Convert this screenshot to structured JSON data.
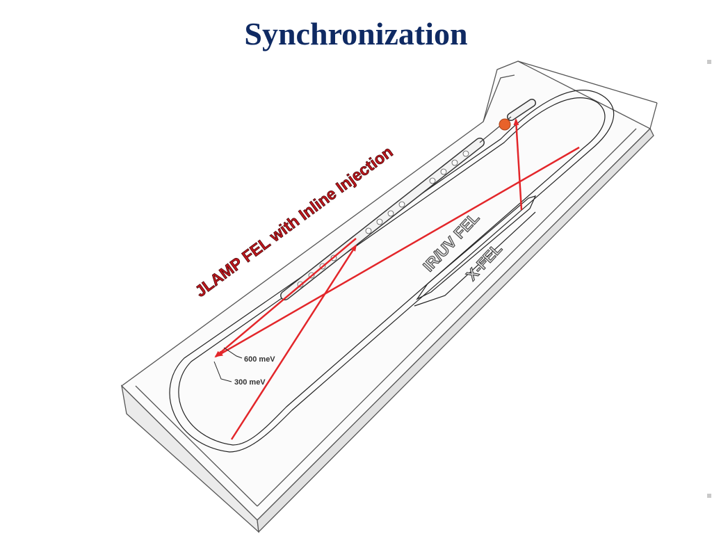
{
  "title": "Synchronization",
  "diagram": {
    "banner": "JLAMP FEL with Inline Injection",
    "labels": {
      "ir_uv": "IR/UV FEL",
      "xfel": "X-FEL",
      "e600": "600 meV",
      "e300": "300 meV"
    },
    "colors": {
      "title": "#0f2a63",
      "arrow": "#e3262a",
      "banner": "#c0161c",
      "source": "#e8622a",
      "outline": "#333333"
    }
  }
}
